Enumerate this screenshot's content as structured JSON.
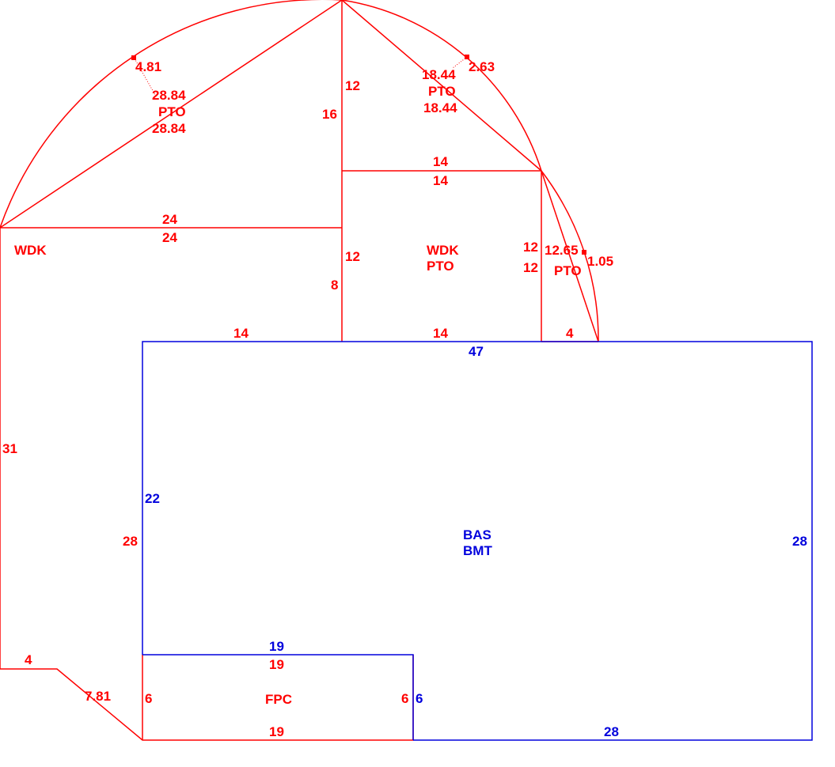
{
  "colors": {
    "addition": "#ff0000",
    "main": "#0000dd"
  },
  "areas": {
    "wdk_left": "WDK",
    "wdk_center": [
      "WDK",
      "PTO"
    ],
    "pto_left": "PTO",
    "pto_right_top": "PTO",
    "pto_right": "PTO",
    "bas": [
      "BAS",
      "BMT"
    ],
    "fpc": "FPC"
  },
  "dims_red": {
    "arc_left_sag": "4.81",
    "chord_left_a": "28.84",
    "chord_left_b": "28.84",
    "arc_right_sag": "2.63",
    "chord_right_a": "18.44",
    "chord_right_b": "18.44",
    "center_upper": "12",
    "center_upper_b": "16",
    "ledge_top": "14",
    "ledge_bottom": "14",
    "wdk_top": "24",
    "wdk_bottom": "24",
    "center_lower": "12",
    "center_lower_b": "8",
    "right_vert_a": "12",
    "right_vert_b": "12",
    "chord_small": "12.65",
    "arc_small_sag": "1.05",
    "base_left": "14",
    "base_mid": "14",
    "base_right": "4",
    "wdk_left_side": "31",
    "wdk_inner_side": "28",
    "wdk_bottom_side": "4",
    "wdk_diag": "7.81",
    "fpc_top": "19",
    "fpc_left": "6",
    "fpc_right": "6",
    "fpc_bottom": "19"
  },
  "dims_blue": {
    "bas_top": "47",
    "bas_left": "22",
    "bas_right": "28",
    "fpc_top": "19",
    "fpc_right": "6",
    "bas_bottom": "28"
  }
}
